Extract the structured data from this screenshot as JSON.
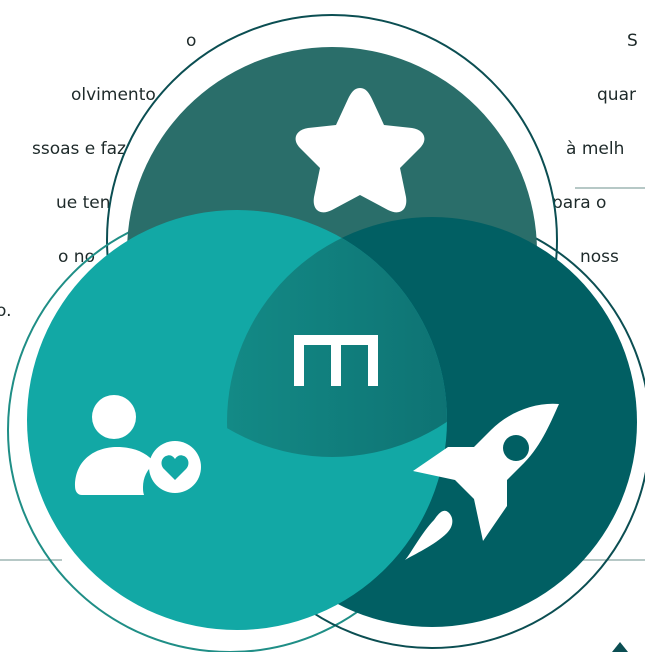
{
  "left_text": {
    "lines": [
      "o",
      "olvimento",
      "ssoas e fazer",
      "ue tenham",
      "o no",
      "o."
    ]
  },
  "right_text": {
    "lines": [
      "S",
      "quar",
      "à melh",
      "para o",
      "noss"
    ]
  },
  "center_logo": {
    "letter": "m"
  },
  "circles": {
    "top": {
      "icon": "star-icon",
      "color": "#2a6e6a"
    },
    "left": {
      "icon": "person-heart-icon",
      "color": "#12a8a5"
    },
    "right": {
      "icon": "rocket-icon",
      "color": "#015f63"
    },
    "center": {
      "color": "#0d7a7a"
    }
  },
  "colors": {
    "outline_teal": "#1f8e86",
    "outline_dark": "#0b4e52",
    "line_gray": "#8aa7a4"
  }
}
